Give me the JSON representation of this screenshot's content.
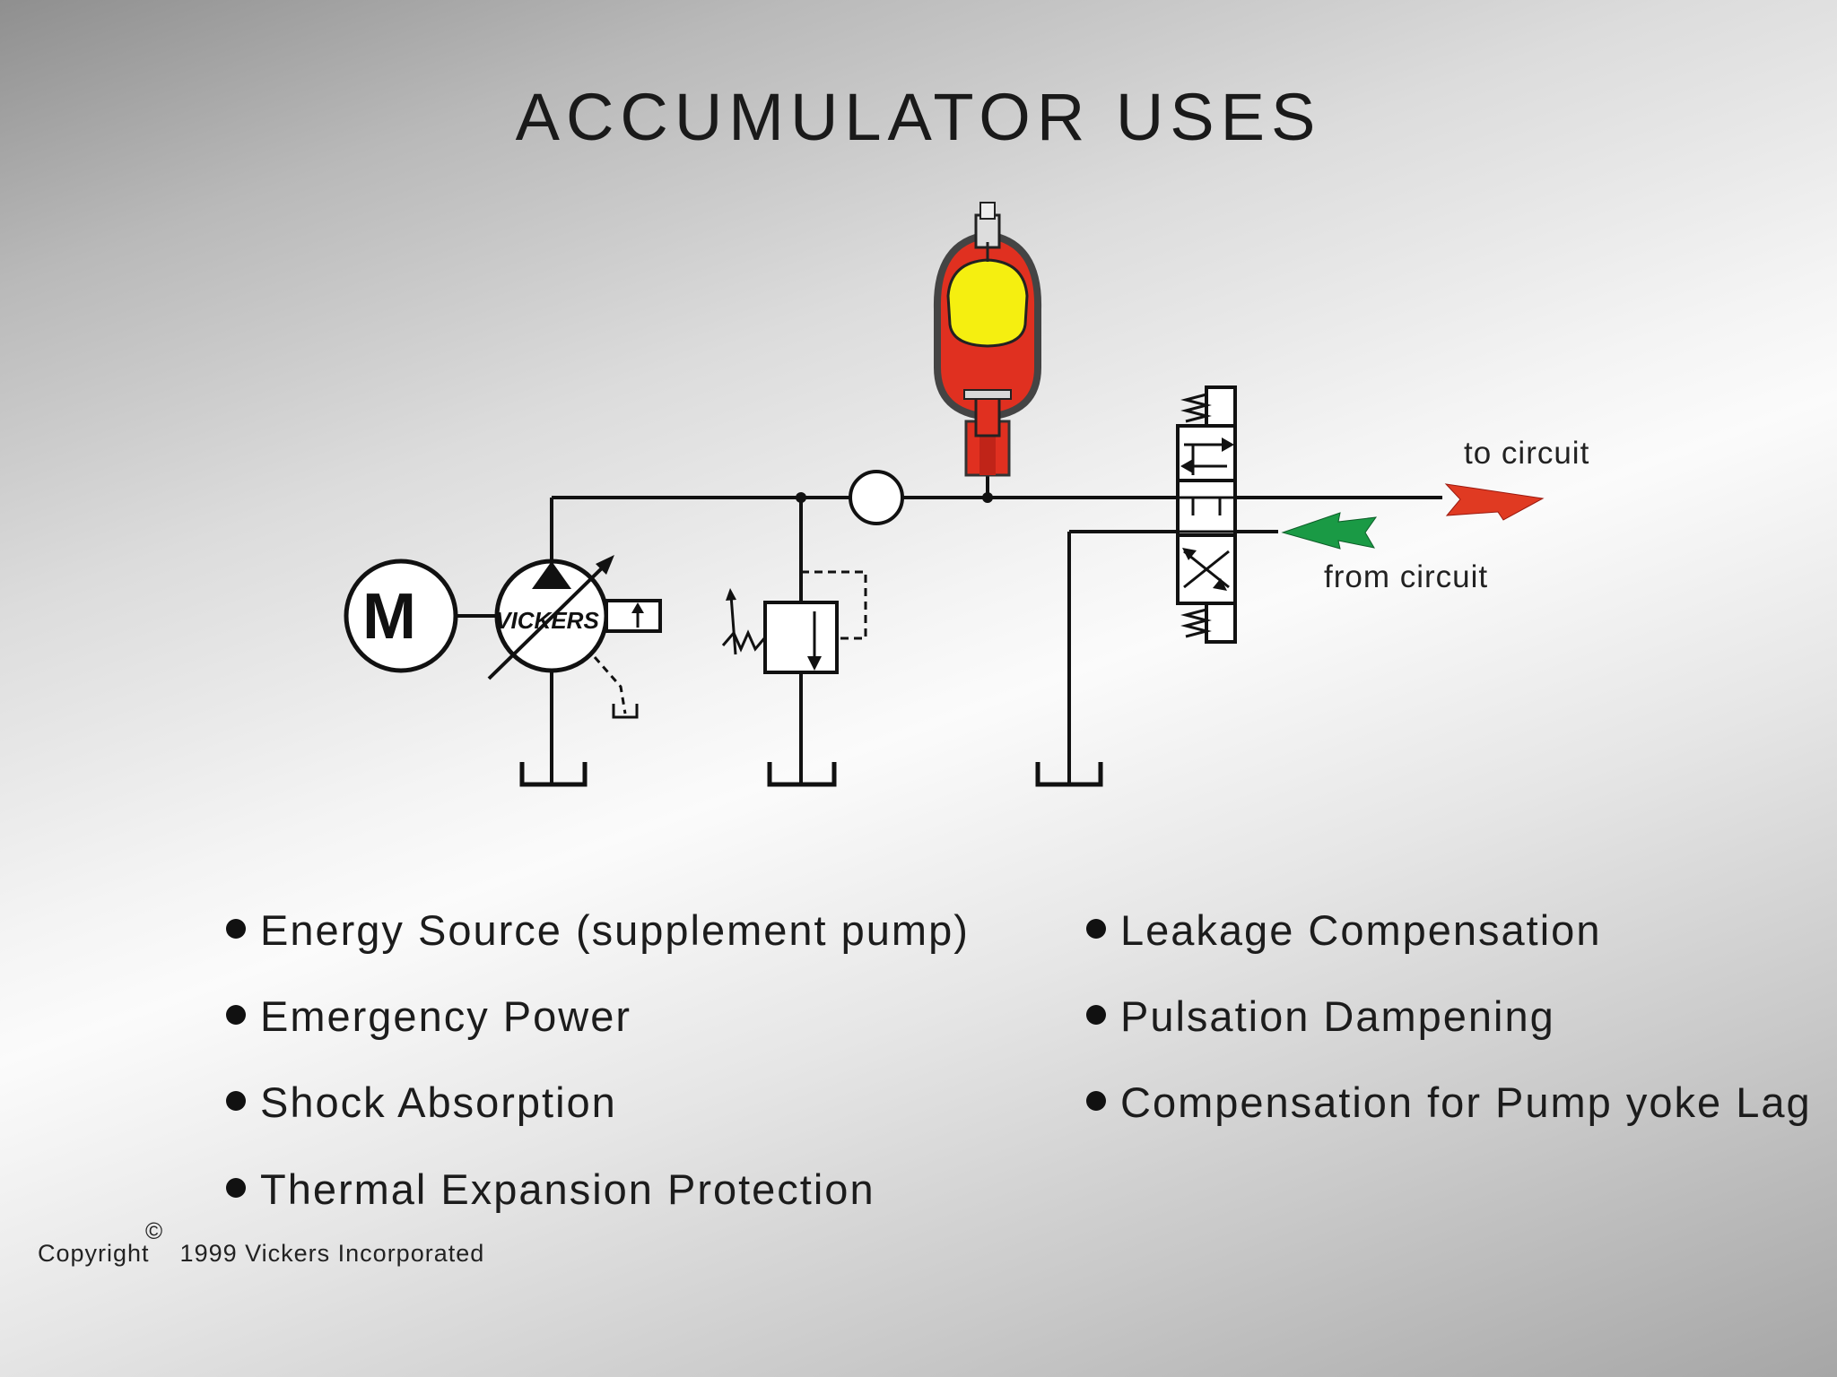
{
  "title": "ACCUMULATOR USES",
  "diagram": {
    "motor_label": "M",
    "pump_brand": "VICKERS",
    "to_circuit": "to circuit",
    "from_circuit": "from circuit",
    "colors": {
      "gas_bladder": "#f5ef10",
      "fluid": "#e03020",
      "to_arrow": "#e03a22",
      "from_arrow": "#1a9a45",
      "line": "#111111"
    }
  },
  "uses_left": [
    "Energy Source  (supplement pump)",
    "Emergency Power",
    "Shock Absorption",
    "Thermal Expansion Protection"
  ],
  "uses_right": [
    "Leakage Compensation",
    "Pulsation Dampening",
    "Compensation for Pump yoke Lag"
  ],
  "copyright": {
    "symbol": "©",
    "text": "Copyright    1999 Vickers Incorporated"
  }
}
